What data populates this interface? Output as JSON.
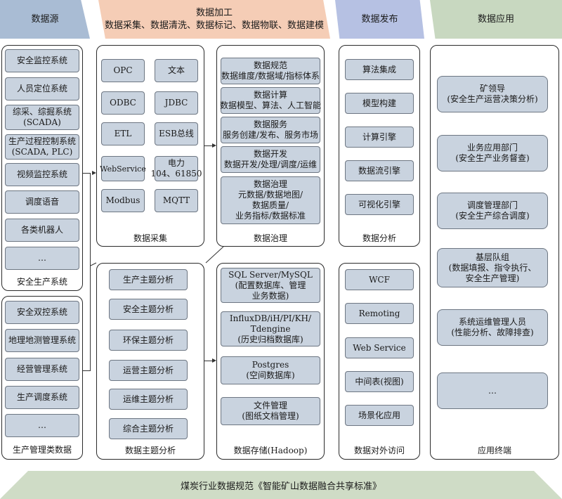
{
  "headers": {
    "source": "数据源",
    "processing_title": "数据加工",
    "processing_sub": "数据采集、数据清洗、数据标记、数据物联、数据建模",
    "publish": "数据发布",
    "application": "数据应用"
  },
  "source": {
    "safety_items": [
      "安全监控系统",
      "人员定位系统",
      "综采、综掘系统",
      "(SCADA)",
      "生产过程控制系统",
      "(SCADA, PLC)",
      "视频监控系统",
      "调度语音",
      "各类机器人",
      "…"
    ],
    "safety_caption": "安全生产系统",
    "mgmt_items": [
      "安全双控系统",
      "地理地测管理系统",
      "经营管理系统",
      "生产调度系统",
      "…"
    ],
    "mgmt_caption": "生产管理类数据"
  },
  "collection": {
    "items": [
      "OPC",
      "文本",
      "ODBC",
      "JDBC",
      "ETL",
      "ESB总线",
      "WebService",
      "电力",
      "104、61850",
      "Modbus",
      "MQTT"
    ],
    "caption": "数据采集"
  },
  "governance": {
    "items": [
      [
        "数据规范",
        "数据维度/数据域/指标体系"
      ],
      [
        "数据计算",
        "数据模型、算法、人工智能"
      ],
      [
        "数据服务",
        "服务创建/发布、服务市场"
      ],
      [
        "数据开发",
        "数据开发/处理/调度/运维"
      ],
      [
        "数据治理",
        "元数据/数据地图/",
        "数据质量/",
        "业务指标/数据标准"
      ]
    ],
    "caption": "数据治理"
  },
  "topics": {
    "items": [
      "生产主题分析",
      "安全主题分析",
      "环保主题分析",
      "运营主题分析",
      "运维主题分析",
      "综合主题分析"
    ],
    "caption": "数据主题分析"
  },
  "storage": {
    "items": [
      [
        "SQL Server/MySQL",
        "(配置数据库、管理",
        "业务数据)"
      ],
      [
        "InfluxDB/iH/PI/KH/",
        "Tdengine",
        "(历史归档数据库)"
      ],
      [
        "Postgres",
        "(空间数据库)"
      ],
      [
        "文件管理",
        "(图纸文档管理)"
      ]
    ],
    "caption": "数据存储(Hadoop)"
  },
  "analysis": {
    "items": [
      "算法集成",
      "模型构建",
      "计算引擎",
      "数据流引擎",
      "可视化引擎"
    ],
    "caption": "数据分析"
  },
  "access": {
    "items": [
      "WCF",
      "Remoting",
      "Web Service",
      "中间表(视图)",
      "场景化应用"
    ],
    "caption": "数据对外访问"
  },
  "terminal": {
    "items": [
      [
        "矿领导",
        "(安全生产运营决策分析)"
      ],
      [
        "业务应用部门",
        "(安全生产业务督查)"
      ],
      [
        "调度管理部门",
        "(安全生产综合调度)"
      ],
      [
        "基层队组",
        "(数据填报、指令执行、",
        "安全生产管理)"
      ],
      [
        "系统运维管理人员",
        "(性能分析、故障排查)"
      ],
      [
        "…"
      ]
    ],
    "caption": "应用终端"
  },
  "footer": "煤炭行业数据规范《智能矿山数据融合共享标准》"
}
